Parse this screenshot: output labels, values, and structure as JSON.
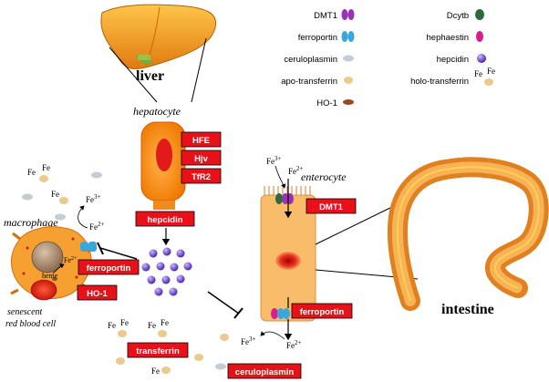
{
  "labels": {
    "liver": "liver",
    "hepatocyte": "hepatocyte",
    "enterocyte": "enterocyte",
    "macrophage": "macrophage",
    "senescent_rbc_line1": "senescent",
    "senescent_rbc_line2": "red blood cell",
    "intestine": "intestine",
    "heme": "heme",
    "fe": "Fe",
    "fe2": "Fe",
    "sup2": "2+",
    "sup3": "3+"
  },
  "boxes": {
    "hfe": "HFE",
    "hjv": "Hjv",
    "tfr2": "TfR2",
    "hepcidin": "hepcidin",
    "dmt1": "DMT1",
    "ferroportin_mac": "ferroportin",
    "ho1": "HO-1",
    "ferroportin_ent": "ferroportin",
    "transferrin": "transferrin",
    "ceruloplasmin": "ceruloplasmin"
  },
  "legend": {
    "dmt1": "DMT1",
    "ferroportin": "ferroportin",
    "ceruloplasmin": "ceruloplasmin",
    "apo_transferrin": "apo-transferrin",
    "ho1": "HO-1",
    "dcytb": "Dcytb",
    "hephaestin": "hephaestin",
    "hepcidin": "hepcidin",
    "holo_transferrin": "holo-transferrin"
  },
  "colors": {
    "box_red": "#e8111a",
    "dmt1_purple": "#9b32b4",
    "ferroportin_blue": "#3aa7dc",
    "ceruloplasmin_gray": "#c4ccd4",
    "transferrin_tan": "#ecc98c",
    "ho1_brown": "#9a4a20",
    "dcytb_green": "#2a6a3c",
    "hephaestin_pink": "#d61f8a",
    "hepcidin_violet": "#6a3fc4",
    "liver_orange": "#e88a10",
    "intestine_orange": "#e88a2a"
  }
}
